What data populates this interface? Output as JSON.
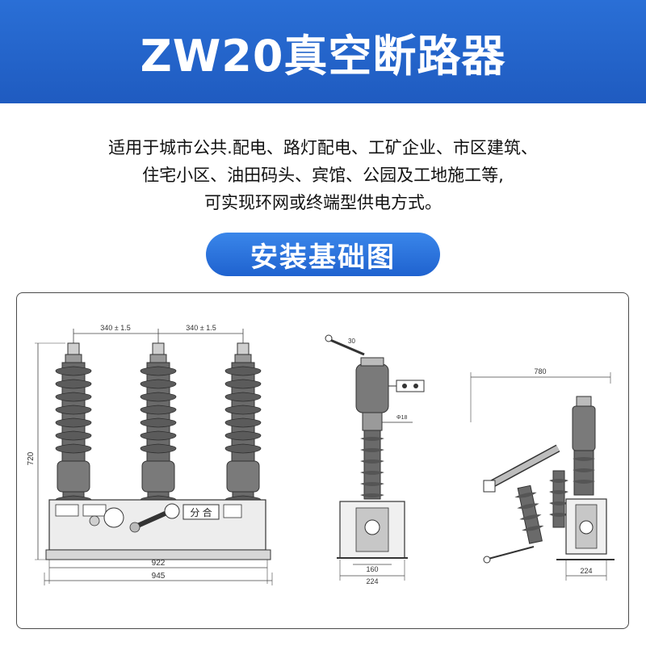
{
  "banner": {
    "title": "ZW20真空断路器"
  },
  "description": {
    "lines": [
      "适用于城市公共.配电、路灯配电、工矿企业、市区建筑、",
      "住宅小区、油田码头、宾馆、公园及工地施工等,",
      "可实现环网或终端型供电方式。"
    ]
  },
  "section": {
    "label": "安装基础图"
  },
  "drawing": {
    "front": {
      "dim_pitch_left": "340 ± 1.5",
      "dim_pitch_right": "340 ± 1.5",
      "dim_height": "720",
      "dim_base_inner": "922",
      "dim_base_outer": "945",
      "indicator": "分 合"
    },
    "side": {
      "dim_inner": "160",
      "dim_outer": "224",
      "dim_top": "30",
      "dim_mid": "Φ18"
    },
    "iso": {
      "dim_top": "780",
      "dim_base": "224"
    }
  }
}
